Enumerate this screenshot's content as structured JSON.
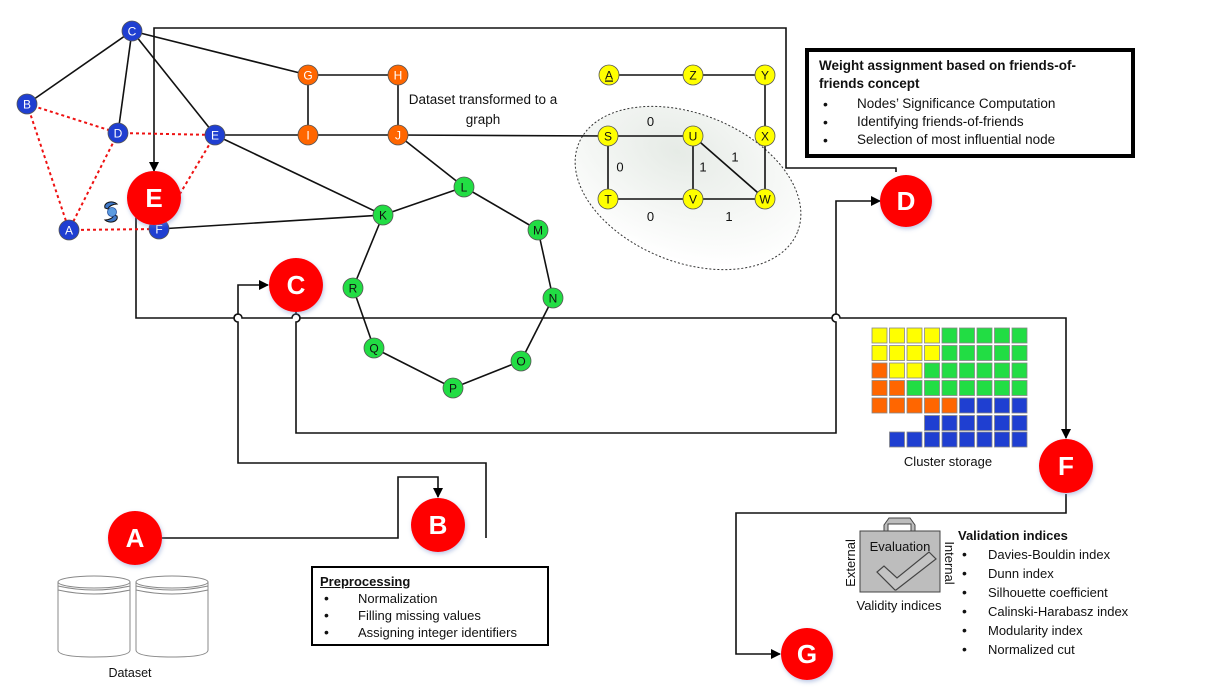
{
  "colors": {
    "step_red": "#ff0000",
    "blue_node": "#1f3fd1",
    "orange_node": "#ff6600",
    "green_node": "#22dd44",
    "yellow_node": "#ffff00",
    "dashed_edge": "#ee1111",
    "line": "#111111"
  },
  "steps": [
    {
      "id": "A",
      "label": "A"
    },
    {
      "id": "B",
      "label": "B"
    },
    {
      "id": "C",
      "label": "C"
    },
    {
      "id": "D",
      "label": "D"
    },
    {
      "id": "E",
      "label": "E"
    },
    {
      "id": "F",
      "label": "F"
    },
    {
      "id": "G",
      "label": "G"
    }
  ],
  "graph": {
    "caption": "Dataset transformed to a graph",
    "nodes": [
      {
        "id": "A1",
        "label": "A",
        "group": "blue"
      },
      {
        "id": "B1",
        "label": "B",
        "group": "blue"
      },
      {
        "id": "C1",
        "label": "C",
        "group": "blue"
      },
      {
        "id": "D1",
        "label": "D",
        "group": "blue"
      },
      {
        "id": "E1",
        "label": "E",
        "group": "blue"
      },
      {
        "id": "F1",
        "label": "F",
        "group": "blue"
      },
      {
        "id": "G",
        "label": "G",
        "group": "orange"
      },
      {
        "id": "H",
        "label": "H",
        "group": "orange"
      },
      {
        "id": "I",
        "label": "I",
        "group": "orange"
      },
      {
        "id": "J",
        "label": "J",
        "group": "orange"
      },
      {
        "id": "K",
        "label": "K",
        "group": "green"
      },
      {
        "id": "L",
        "label": "L",
        "group": "green"
      },
      {
        "id": "M",
        "label": "M",
        "group": "green"
      },
      {
        "id": "N",
        "label": "N",
        "group": "green"
      },
      {
        "id": "O",
        "label": "O",
        "group": "green"
      },
      {
        "id": "P",
        "label": "P",
        "group": "green"
      },
      {
        "id": "Q",
        "label": "Q",
        "group": "green"
      },
      {
        "id": "R",
        "label": "R",
        "group": "green"
      },
      {
        "id": "A2",
        "label": "A",
        "group": "yellow",
        "underline": true
      },
      {
        "id": "Z",
        "label": "Z",
        "group": "yellow"
      },
      {
        "id": "Y",
        "label": "Y",
        "group": "yellow"
      },
      {
        "id": "S",
        "label": "S",
        "group": "yellow"
      },
      {
        "id": "U",
        "label": "U",
        "group": "yellow"
      },
      {
        "id": "X",
        "label": "X",
        "group": "yellow"
      },
      {
        "id": "T",
        "label": "T",
        "group": "yellow"
      },
      {
        "id": "V",
        "label": "V",
        "group": "yellow"
      },
      {
        "id": "W",
        "label": "W",
        "group": "yellow"
      }
    ],
    "edges": [
      {
        "from": "C1",
        "to": "B1"
      },
      {
        "from": "C1",
        "to": "D1"
      },
      {
        "from": "C1",
        "to": "E1"
      },
      {
        "from": "C1",
        "to": "G"
      },
      {
        "from": "E1",
        "to": "I"
      },
      {
        "from": "E1",
        "to": "K"
      },
      {
        "from": "F1",
        "to": "K"
      },
      {
        "from": "B1",
        "to": "D1",
        "dashed": true
      },
      {
        "from": "B1",
        "to": "A1",
        "dashed": true
      },
      {
        "from": "D1",
        "to": "A1",
        "dashed": true
      },
      {
        "from": "D1",
        "to": "E1",
        "dashed": true
      },
      {
        "from": "E1",
        "to": "F1",
        "dashed": true
      },
      {
        "from": "A1",
        "to": "F1",
        "dashed": true
      },
      {
        "from": "G",
        "to": "H"
      },
      {
        "from": "G",
        "to": "I"
      },
      {
        "from": "H",
        "to": "J"
      },
      {
        "from": "I",
        "to": "J"
      },
      {
        "from": "J",
        "to": "S"
      },
      {
        "from": "J",
        "to": "L"
      },
      {
        "from": "K",
        "to": "L"
      },
      {
        "from": "L",
        "to": "M"
      },
      {
        "from": "M",
        "to": "N"
      },
      {
        "from": "N",
        "to": "O"
      },
      {
        "from": "O",
        "to": "P"
      },
      {
        "from": "P",
        "to": "Q"
      },
      {
        "from": "Q",
        "to": "R"
      },
      {
        "from": "R",
        "to": "K"
      },
      {
        "from": "A2",
        "to": "Z"
      },
      {
        "from": "Z",
        "to": "Y"
      },
      {
        "from": "Y",
        "to": "X"
      },
      {
        "from": "X",
        "to": "W"
      },
      {
        "from": "S",
        "to": "U",
        "weight": "0"
      },
      {
        "from": "S",
        "to": "T",
        "weight": "0"
      },
      {
        "from": "T",
        "to": "V",
        "weight": "0"
      },
      {
        "from": "U",
        "to": "V",
        "weight": "1"
      },
      {
        "from": "U",
        "to": "W",
        "weight": "1"
      },
      {
        "from": "V",
        "to": "W",
        "weight": "1"
      }
    ]
  },
  "weight_box": {
    "title": "Weight assignment based on friends-of-friends concept",
    "items": [
      "Nodes’ Significance Computation",
      "Identifying friends-of-friends",
      "Selection of most influential node"
    ]
  },
  "preprocessing_box": {
    "title": "Preprocessing",
    "items": [
      "Normalization",
      "Filling missing values",
      "Assigning integer identifiers"
    ]
  },
  "validation_box": {
    "title": "Validation indices",
    "items": [
      "Davies-Bouldin index",
      "Dunn index",
      "Silhouette coefficient",
      "Calinski-Harabasz index",
      "Modularity index",
      "Normalized cut"
    ]
  },
  "cluster_storage": {
    "caption": "Cluster storage",
    "rows": [
      [
        "yellow",
        "yellow",
        "yellow",
        "yellow",
        "green",
        "green",
        "green",
        "green",
        "green"
      ],
      [
        "yellow",
        "yellow",
        "yellow",
        "yellow",
        "green",
        "green",
        "green",
        "green",
        "green"
      ],
      [
        "orange",
        "yellow",
        "yellow",
        "green",
        "green",
        "green",
        "green",
        "green",
        "green"
      ],
      [
        "orange",
        "orange",
        "green",
        "green",
        "green",
        "green",
        "green",
        "green",
        "green"
      ],
      [
        "orange",
        "orange",
        "orange",
        "orange",
        "orange",
        "blue",
        "blue",
        "blue",
        "blue"
      ],
      [
        null,
        null,
        null,
        "blue",
        "blue",
        "blue",
        "blue",
        "blue",
        "blue"
      ],
      [
        null,
        "blue",
        "blue",
        "blue",
        "blue",
        "blue",
        "blue",
        "blue",
        "blue"
      ]
    ]
  },
  "evaluation_icon": {
    "center_label": "Evaluation",
    "left_label": "External",
    "right_label": "Internal",
    "bottom_label": "Validity indices"
  },
  "dataset": {
    "caption": "Dataset"
  }
}
